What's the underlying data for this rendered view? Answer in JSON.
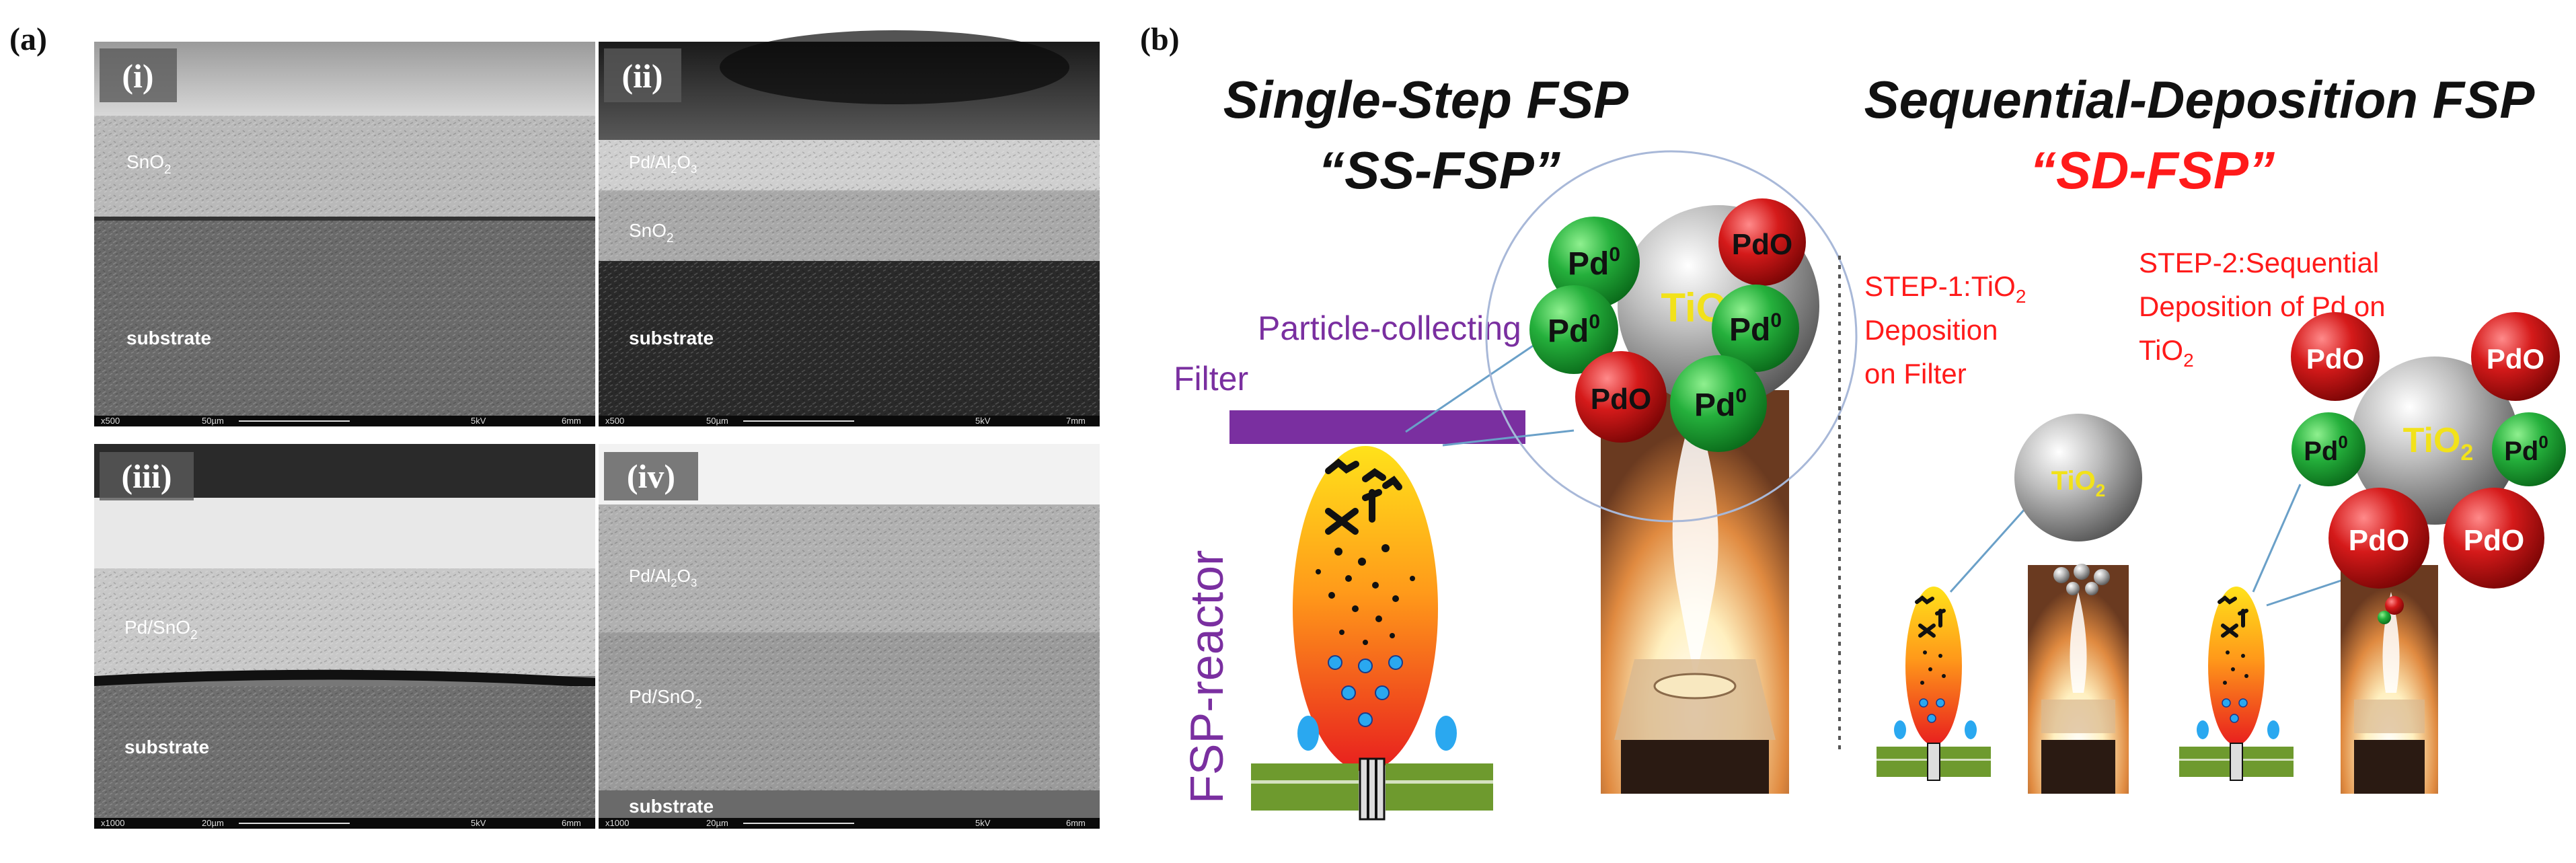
{
  "panel_a": {
    "label": "(a)",
    "images": [
      {
        "numeral": "(i)",
        "layers": [
          "SnO",
          "substrate"
        ],
        "scalebar": [
          "x500",
          "50µm",
          "5kV",
          "6mm"
        ]
      },
      {
        "numeral": "(ii)",
        "layers": [
          "Pd/Al",
          "SnO",
          "substrate"
        ],
        "scalebar": [
          "x500",
          "50µm",
          "5kV",
          "7mm"
        ]
      },
      {
        "numeral": "(iii)",
        "layers": [
          "Pd/SnO",
          "substrate"
        ],
        "scalebar": [
          "x1000",
          "20µm",
          "5kV",
          "6mm"
        ]
      },
      {
        "numeral": "(iv)",
        "layers": [
          "Pd/Al",
          "Pd/SnO",
          "substrate"
        ],
        "scalebar": [
          "x1000",
          "20µm",
          "5kV",
          "6mm"
        ]
      }
    ],
    "subscripts": {
      "two": "2",
      "three": "3",
      "o": "O"
    }
  },
  "panel_b": {
    "label": "(b)",
    "ss_title": "Single-Step FSP",
    "ss_abbrev": "“SS-FSP”",
    "sd_title": "Sequential-Deposition FSP",
    "sd_abbrev": "“SD-FSP”",
    "filter_label_1": "Particle-collecting",
    "filter_label_2": "Filter",
    "reactor_label": "FSP-reactor",
    "step1": [
      "STEP-1:TiO",
      "Deposition",
      "on Filter"
    ],
    "step2": [
      "STEP-2:Sequential",
      "Deposition  of Pd on",
      "TiO"
    ],
    "pd0": "Pd",
    "pd0_sup": "0",
    "pdo": "PdO",
    "tio": "TiO",
    "sub2": "2"
  },
  "colors": {
    "purple": "#7a2fa0",
    "red_text": "#ff1a1a",
    "pd_green": "#1fa83a",
    "pdo_red": "#d21a1a",
    "tio_yellow": "#f2e21a",
    "base_green": "#6e9a2e"
  }
}
